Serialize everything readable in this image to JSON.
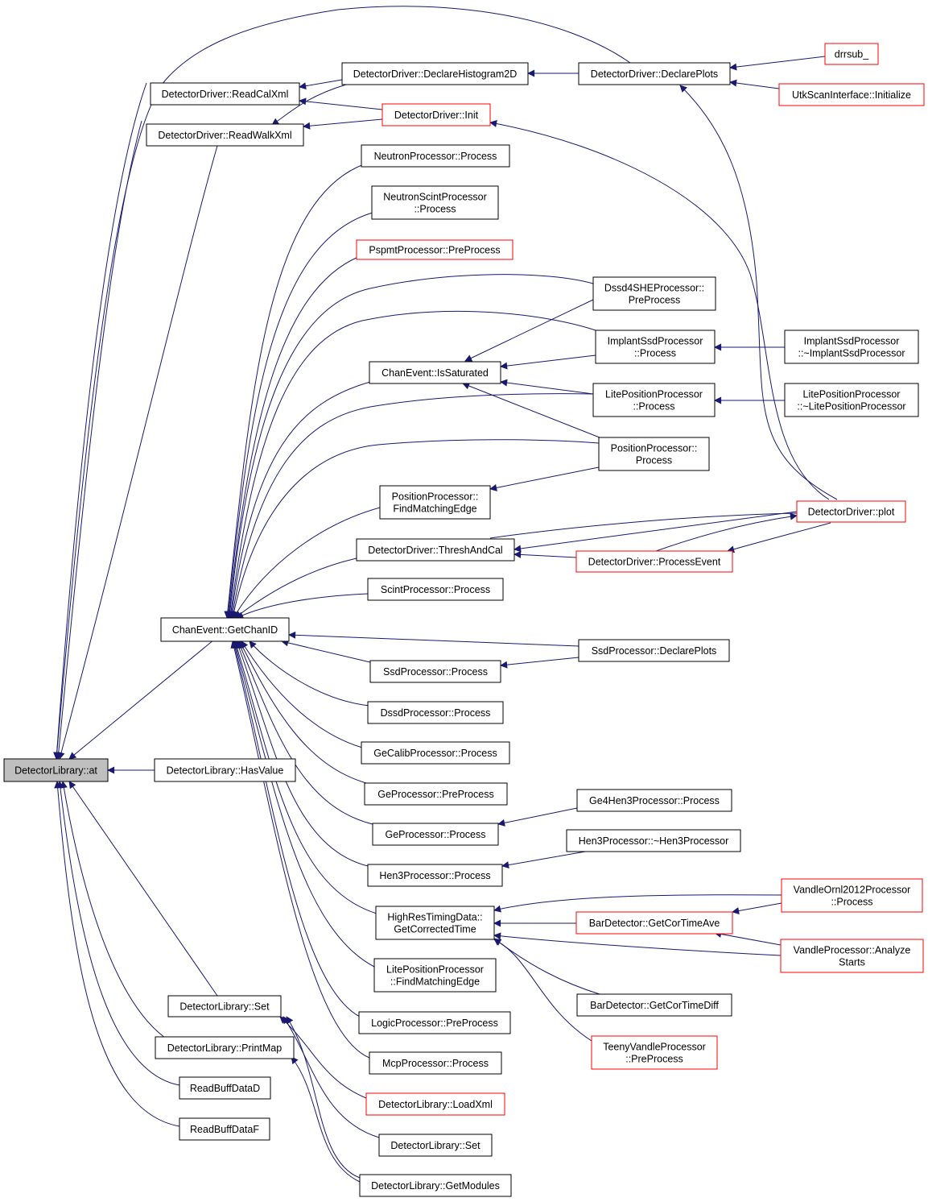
{
  "colors": {
    "edge": "#191970",
    "node_border": "#000000",
    "node_border_truncated": "#ff0000",
    "root_fill": "#bfbfbf",
    "node_fill": "#ffffff"
  },
  "nodes": [
    {
      "id": "at",
      "lines": [
        "DetectorLibrary::at"
      ],
      "style": "root"
    },
    {
      "id": "readcalxml",
      "lines": [
        "DetectorDriver::ReadCalXml"
      ],
      "style": "normal"
    },
    {
      "id": "readwalkxml",
      "lines": [
        "DetectorDriver::ReadWalkXml"
      ],
      "style": "normal"
    },
    {
      "id": "declarehist2d",
      "lines": [
        "DetectorDriver::DeclareHistogram2D"
      ],
      "style": "normal"
    },
    {
      "id": "ddinit",
      "lines": [
        "DetectorDriver::Init"
      ],
      "style": "red"
    },
    {
      "id": "ddeclareplots",
      "lines": [
        "DetectorDriver::DeclarePlots"
      ],
      "style": "normal"
    },
    {
      "id": "drrsub",
      "lines": [
        "drrsub_"
      ],
      "style": "red"
    },
    {
      "id": "utkinit",
      "lines": [
        "UtkScanInterface::Initialize"
      ],
      "style": "red"
    },
    {
      "id": "neutronproc",
      "lines": [
        "NeutronProcessor::Process"
      ],
      "style": "normal"
    },
    {
      "id": "neutronscint",
      "lines": [
        "NeutronScintProcessor",
        "::Process"
      ],
      "style": "normal"
    },
    {
      "id": "pspmt",
      "lines": [
        "PspmtProcessor::PreProcess"
      ],
      "style": "red"
    },
    {
      "id": "dssd4she",
      "lines": [
        "Dssd4SHEProcessor::",
        "PreProcess"
      ],
      "style": "normal"
    },
    {
      "id": "implantssd",
      "lines": [
        "ImplantSsdProcessor",
        "::Process"
      ],
      "style": "normal"
    },
    {
      "id": "implantdtor",
      "lines": [
        "ImplantSsdProcessor",
        "::~ImplantSsdProcessor"
      ],
      "style": "normal"
    },
    {
      "id": "issaturated",
      "lines": [
        "ChanEvent::IsSaturated"
      ],
      "style": "normal"
    },
    {
      "id": "liteposproc",
      "lines": [
        "LitePositionProcessor",
        "::Process"
      ],
      "style": "normal"
    },
    {
      "id": "litepostdtor",
      "lines": [
        "LitePositionProcessor",
        "::~LitePositionProcessor"
      ],
      "style": "normal"
    },
    {
      "id": "posproc",
      "lines": [
        "PositionProcessor::",
        "Process"
      ],
      "style": "normal"
    },
    {
      "id": "posfindedge",
      "lines": [
        "PositionProcessor::",
        "FindMatchingEdge"
      ],
      "style": "normal"
    },
    {
      "id": "ddplot",
      "lines": [
        "DetectorDriver::plot"
      ],
      "style": "red"
    },
    {
      "id": "threshcal",
      "lines": [
        "DetectorDriver::ThreshAndCal"
      ],
      "style": "normal"
    },
    {
      "id": "processevent",
      "lines": [
        "DetectorDriver::ProcessEvent"
      ],
      "style": "red"
    },
    {
      "id": "scintproc",
      "lines": [
        "ScintProcessor::Process"
      ],
      "style": "normal"
    },
    {
      "id": "getchanid",
      "lines": [
        "ChanEvent::GetChanID"
      ],
      "style": "normal"
    },
    {
      "id": "ssddeclare",
      "lines": [
        "SsdProcessor::DeclarePlots"
      ],
      "style": "normal"
    },
    {
      "id": "ssdproc",
      "lines": [
        "SsdProcessor::Process"
      ],
      "style": "normal"
    },
    {
      "id": "dssdproc",
      "lines": [
        "DssdProcessor::Process"
      ],
      "style": "normal"
    },
    {
      "id": "gecalib",
      "lines": [
        "GeCalibProcessor::Process"
      ],
      "style": "normal"
    },
    {
      "id": "hasvalue",
      "lines": [
        "DetectorLibrary::HasValue"
      ],
      "style": "normal"
    },
    {
      "id": "gepre",
      "lines": [
        "GeProcessor::PreProcess"
      ],
      "style": "normal"
    },
    {
      "id": "ge4hen3",
      "lines": [
        "Ge4Hen3Processor::Process"
      ],
      "style": "normal"
    },
    {
      "id": "geproc",
      "lines": [
        "GeProcessor::Process"
      ],
      "style": "normal"
    },
    {
      "id": "hen3dtor",
      "lines": [
        "Hen3Processor::~Hen3Processor"
      ],
      "style": "normal"
    },
    {
      "id": "hen3proc",
      "lines": [
        "Hen3Processor::Process"
      ],
      "style": "normal"
    },
    {
      "id": "vandleornl",
      "lines": [
        "VandleOrnl2012Processor",
        "::Process"
      ],
      "style": "red"
    },
    {
      "id": "hrtiming",
      "lines": [
        "HighResTimingData::",
        "GetCorrectedTime"
      ],
      "style": "normal"
    },
    {
      "id": "bargetcortimeave",
      "lines": [
        "BarDetector::GetCorTimeAve"
      ],
      "style": "red"
    },
    {
      "id": "vandleanalyze",
      "lines": [
        "VandleProcessor::Analyze",
        "Starts"
      ],
      "style": "red"
    },
    {
      "id": "litefindedge",
      "lines": [
        "LitePositionProcessor",
        "::FindMatchingEdge"
      ],
      "style": "normal"
    },
    {
      "id": "dlset",
      "lines": [
        "DetectorLibrary::Set"
      ],
      "style": "normal"
    },
    {
      "id": "bargetcortimediff",
      "lines": [
        "BarDetector::GetCorTimeDiff"
      ],
      "style": "normal"
    },
    {
      "id": "logicpre",
      "lines": [
        "LogicProcessor::PreProcess"
      ],
      "style": "normal"
    },
    {
      "id": "printmap",
      "lines": [
        "DetectorLibrary::PrintMap"
      ],
      "style": "normal"
    },
    {
      "id": "teenyvandle",
      "lines": [
        "TeenyVandleProcessor",
        "::PreProcess"
      ],
      "style": "red"
    },
    {
      "id": "mcpproc",
      "lines": [
        "McpProcessor::Process"
      ],
      "style": "normal"
    },
    {
      "id": "readbuffd",
      "lines": [
        "ReadBuffDataD"
      ],
      "style": "normal"
    },
    {
      "id": "loadxml",
      "lines": [
        "DetectorLibrary::LoadXml"
      ],
      "style": "red"
    },
    {
      "id": "readbufff",
      "lines": [
        "ReadBuffDataF"
      ],
      "style": "normal"
    },
    {
      "id": "dlset2",
      "lines": [
        "DetectorLibrary::Set"
      ],
      "style": "normal"
    },
    {
      "id": "getmodules",
      "lines": [
        "DetectorLibrary::GetModules"
      ],
      "style": "normal"
    }
  ]
}
